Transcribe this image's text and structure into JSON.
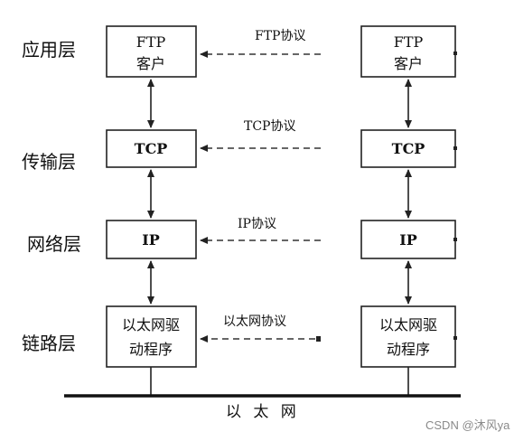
{
  "layers": [
    "应用层",
    "传输层",
    "网络层",
    "链路层"
  ],
  "host_left": {
    "app_line1": "FTP",
    "app_line2": "客户",
    "transport": "TCP",
    "network": "IP",
    "link_line1": "以太网驱",
    "link_line2": "动程序"
  },
  "host_right": {
    "app_line1": "FTP",
    "app_line2": "客户",
    "transport": "TCP",
    "network": "IP",
    "link_line1": "以太网驱",
    "link_line2": "动程序"
  },
  "protocols": [
    "FTP协议",
    "TCP协议",
    "IP协议",
    "以太网协议"
  ],
  "network_label": "以 太 网",
  "watermark": "CSDN @沐风ya"
}
